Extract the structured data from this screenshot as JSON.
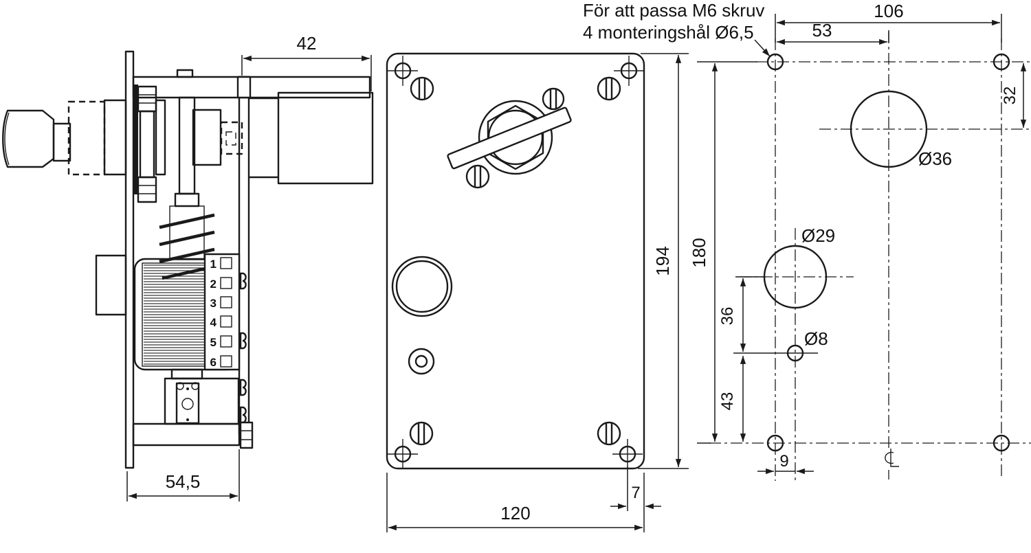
{
  "note": {
    "line1": "För att passa M6 skruv",
    "line2": "4 monteringshål Ø6,5"
  },
  "side_view": {
    "dim_body_depth": "42",
    "dim_total_depth": "54,5",
    "terminals": [
      "1",
      "2",
      "3",
      "4",
      "5",
      "6"
    ]
  },
  "front_view": {
    "dim_height": "194",
    "dim_width": "120",
    "dim_hole_edge_offset": "7"
  },
  "drill_template": {
    "dim_hole_span_width": "106",
    "dim_hole_span_half": "53",
    "dim_top_to_handle_center": "32",
    "dim_hole_span_height": "180",
    "dim_handle_to_cylinder": "36",
    "dim_cylinder_to_bottom": "43",
    "dim_bottom_hole_offset": "9",
    "label_handle_hole": "Ø36",
    "label_cylinder_hole": "Ø29",
    "label_cable_hole": "Ø8"
  },
  "colors": {
    "line": "#1a1a1a",
    "background": "#ffffff"
  }
}
